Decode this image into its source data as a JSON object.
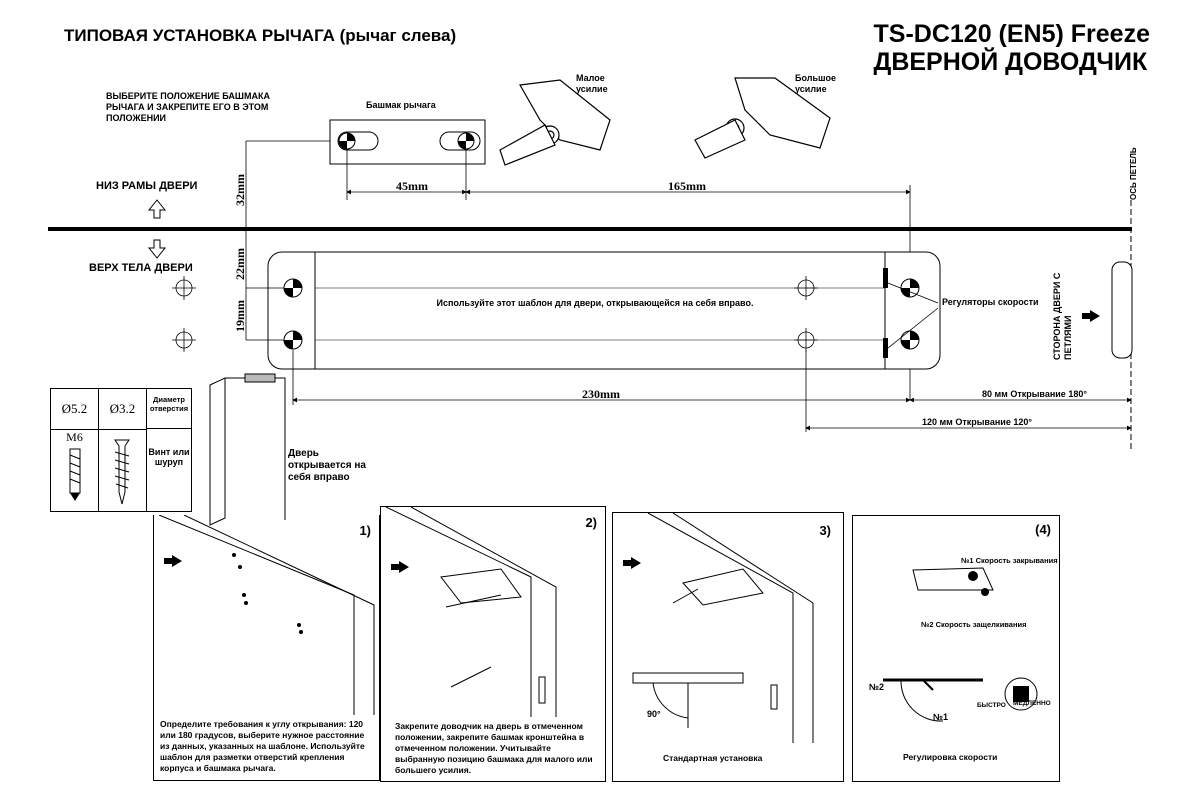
{
  "header": {
    "title": "ТИПОВАЯ УСТАНОВКА РЫЧАГА (рычаг слева)",
    "model_line1": "TS-DC120 (EN5) Freeze",
    "model_line2": "ДВЕРНОЙ ДОВОДЧИК"
  },
  "template": {
    "instruction": "ВЫБЕРИТЕ ПОЛОЖЕНИЕ БАШМАКА РЫЧАГА И ЗАКРЕПИТЕ ЕГО В ЭТОМ ПОЛОЖЕНИИ",
    "shoe_label": "Башмак рычага",
    "small_force": "Малое усилие",
    "large_force": "Большое усилие",
    "frame_bottom": "НИЗ РАМЫ ДВЕРИ",
    "door_top": "ВЕРХ ТЕЛА ДВЕРИ",
    "hinge_axis": "ОСЬ ПЕТЕЛЬ",
    "hinge_side": "СТОРОНА ДВЕРИ С ПЕТЛЯМИ",
    "body_text": "Используйте этот шаблон для двери, открывающейся на себя вправо.",
    "speed_regulators": "Регуляторы скорости",
    "dim_32": "32mm",
    "dim_22": "22mm",
    "dim_19": "19mm",
    "dim_45": "45mm",
    "dim_165": "165mm",
    "dim_230": "230mm",
    "dim_80": "80 мм   Открывание 180°",
    "dim_120": "120 мм   Открывание 120°"
  },
  "legend": {
    "d1": "Ø5.2",
    "d2": "Ø3.2",
    "diam_label": "Диаметр отверстия",
    "m6": "M6",
    "screw_label": "Винт или шуруп"
  },
  "door_note": "Дверь открывается на себя вправо",
  "steps": [
    {
      "num": "1)",
      "text": "Определите требования к углу открывания: 120 или 180 градусов, выберите нужное расстояние из данных, указанных на шаблоне. Используйте шаблон для разметки отверстий крепления корпуса и башмака рычага."
    },
    {
      "num": "2)",
      "text": "Закрепите доводчик на дверь в отмеченном положении, закрепите башмак кронштейна в отмеченном положении. Учитывайте выбранную позицию башмака для малого или большего усилия."
    },
    {
      "num": "3)",
      "text": "Стандартная установка",
      "angle": "90°"
    },
    {
      "num": "(4)",
      "text": "Регулировка скорости",
      "speed1": "№1 Скорость закрывания",
      "speed2": "№2 Скорость защелкивания",
      "n2": "№2",
      "n1": "№1",
      "fast": "БЫСТРО",
      "slow": "МЕДЛЕННО"
    }
  ]
}
